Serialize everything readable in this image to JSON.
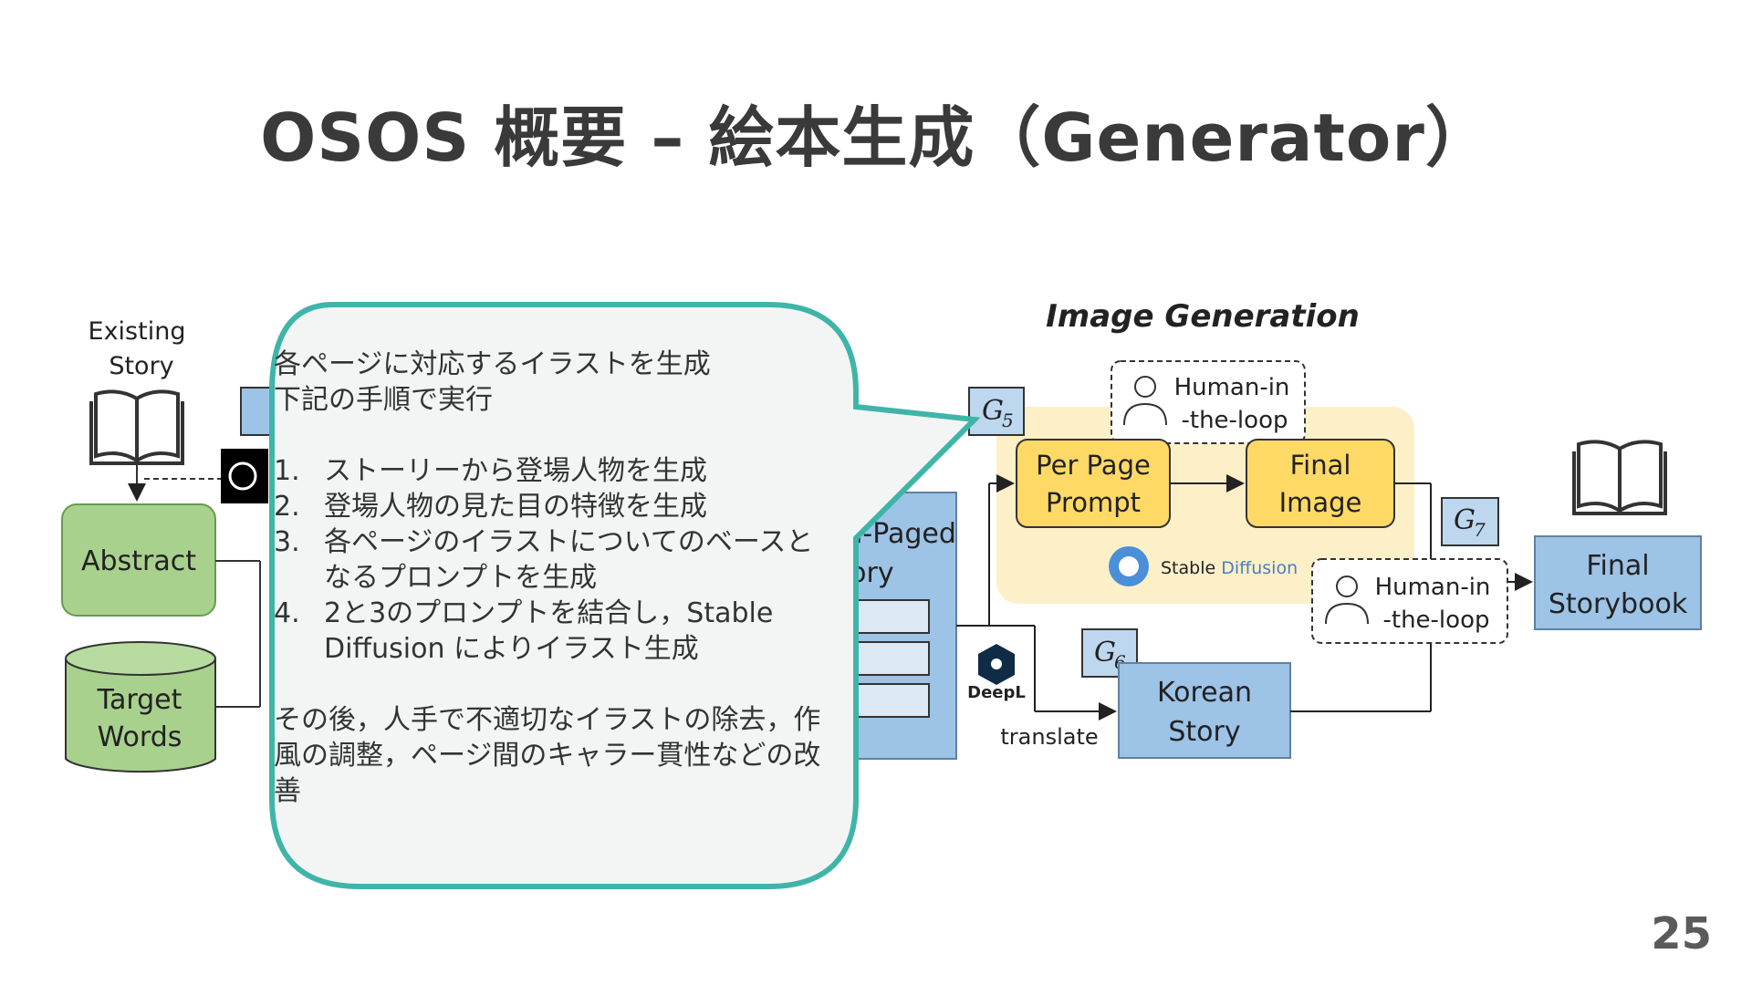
{
  "title": "OSOS 概要 – 絵本生成（Generator）",
  "page_number": "25",
  "diagram": {
    "section_title": "Image Generation",
    "existing_story": [
      "Existing",
      "Story"
    ],
    "abstract": "Abstract",
    "target_words": [
      "Target",
      "Words"
    ],
    "multi_paged_story": [
      "Multi-Paged",
      "Story"
    ],
    "page_list": [
      "1.",
      "2.",
      "3."
    ],
    "g_labels": {
      "g5": "G",
      "g5_sub": "5",
      "g6": "G",
      "g6_sub": "6",
      "g7": "G",
      "g7_sub": "7"
    },
    "per_page_prompt": [
      "Per Page",
      "Prompt"
    ],
    "final_image": [
      "Final",
      "Image"
    ],
    "human_in_loop": [
      "Human-in",
      "-the-loop"
    ],
    "stable": "Stable",
    "diffusion": "Diffusion",
    "deepl": "DeepL",
    "translate": "translate",
    "korean_story": [
      "Korean",
      "Story"
    ],
    "final_storybook": [
      "Final",
      "Storybook"
    ]
  },
  "callout": {
    "intro": [
      "各ページに対応するイラストを生成",
      "下記の手順で実行"
    ],
    "steps": [
      {
        "num": "1.",
        "text": "ストーリーから登場人物を生成"
      },
      {
        "num": "2.",
        "text": "登場人物の見た目の特徴を生成"
      },
      {
        "num": "3.",
        "text": "各ページのイラストについてのベースとなるプロンプトを生成"
      },
      {
        "num": "4.",
        "text": "2と3のプロンプトを結合し，Stable Diffusion によりイラスト生成"
      }
    ],
    "outro": "その後，人手で不適切なイラストの除去，作風の調整，ページ間のキャラー貫性などの改善"
  },
  "colors": {
    "green_box": "#a9d18e",
    "blue_box": "#9dc3e6",
    "yellow_box": "#ffd966",
    "yellow_panel": "#fdf0c8",
    "teal_border": "#3fb5a9",
    "callout_bg": "#f3f5f5"
  }
}
